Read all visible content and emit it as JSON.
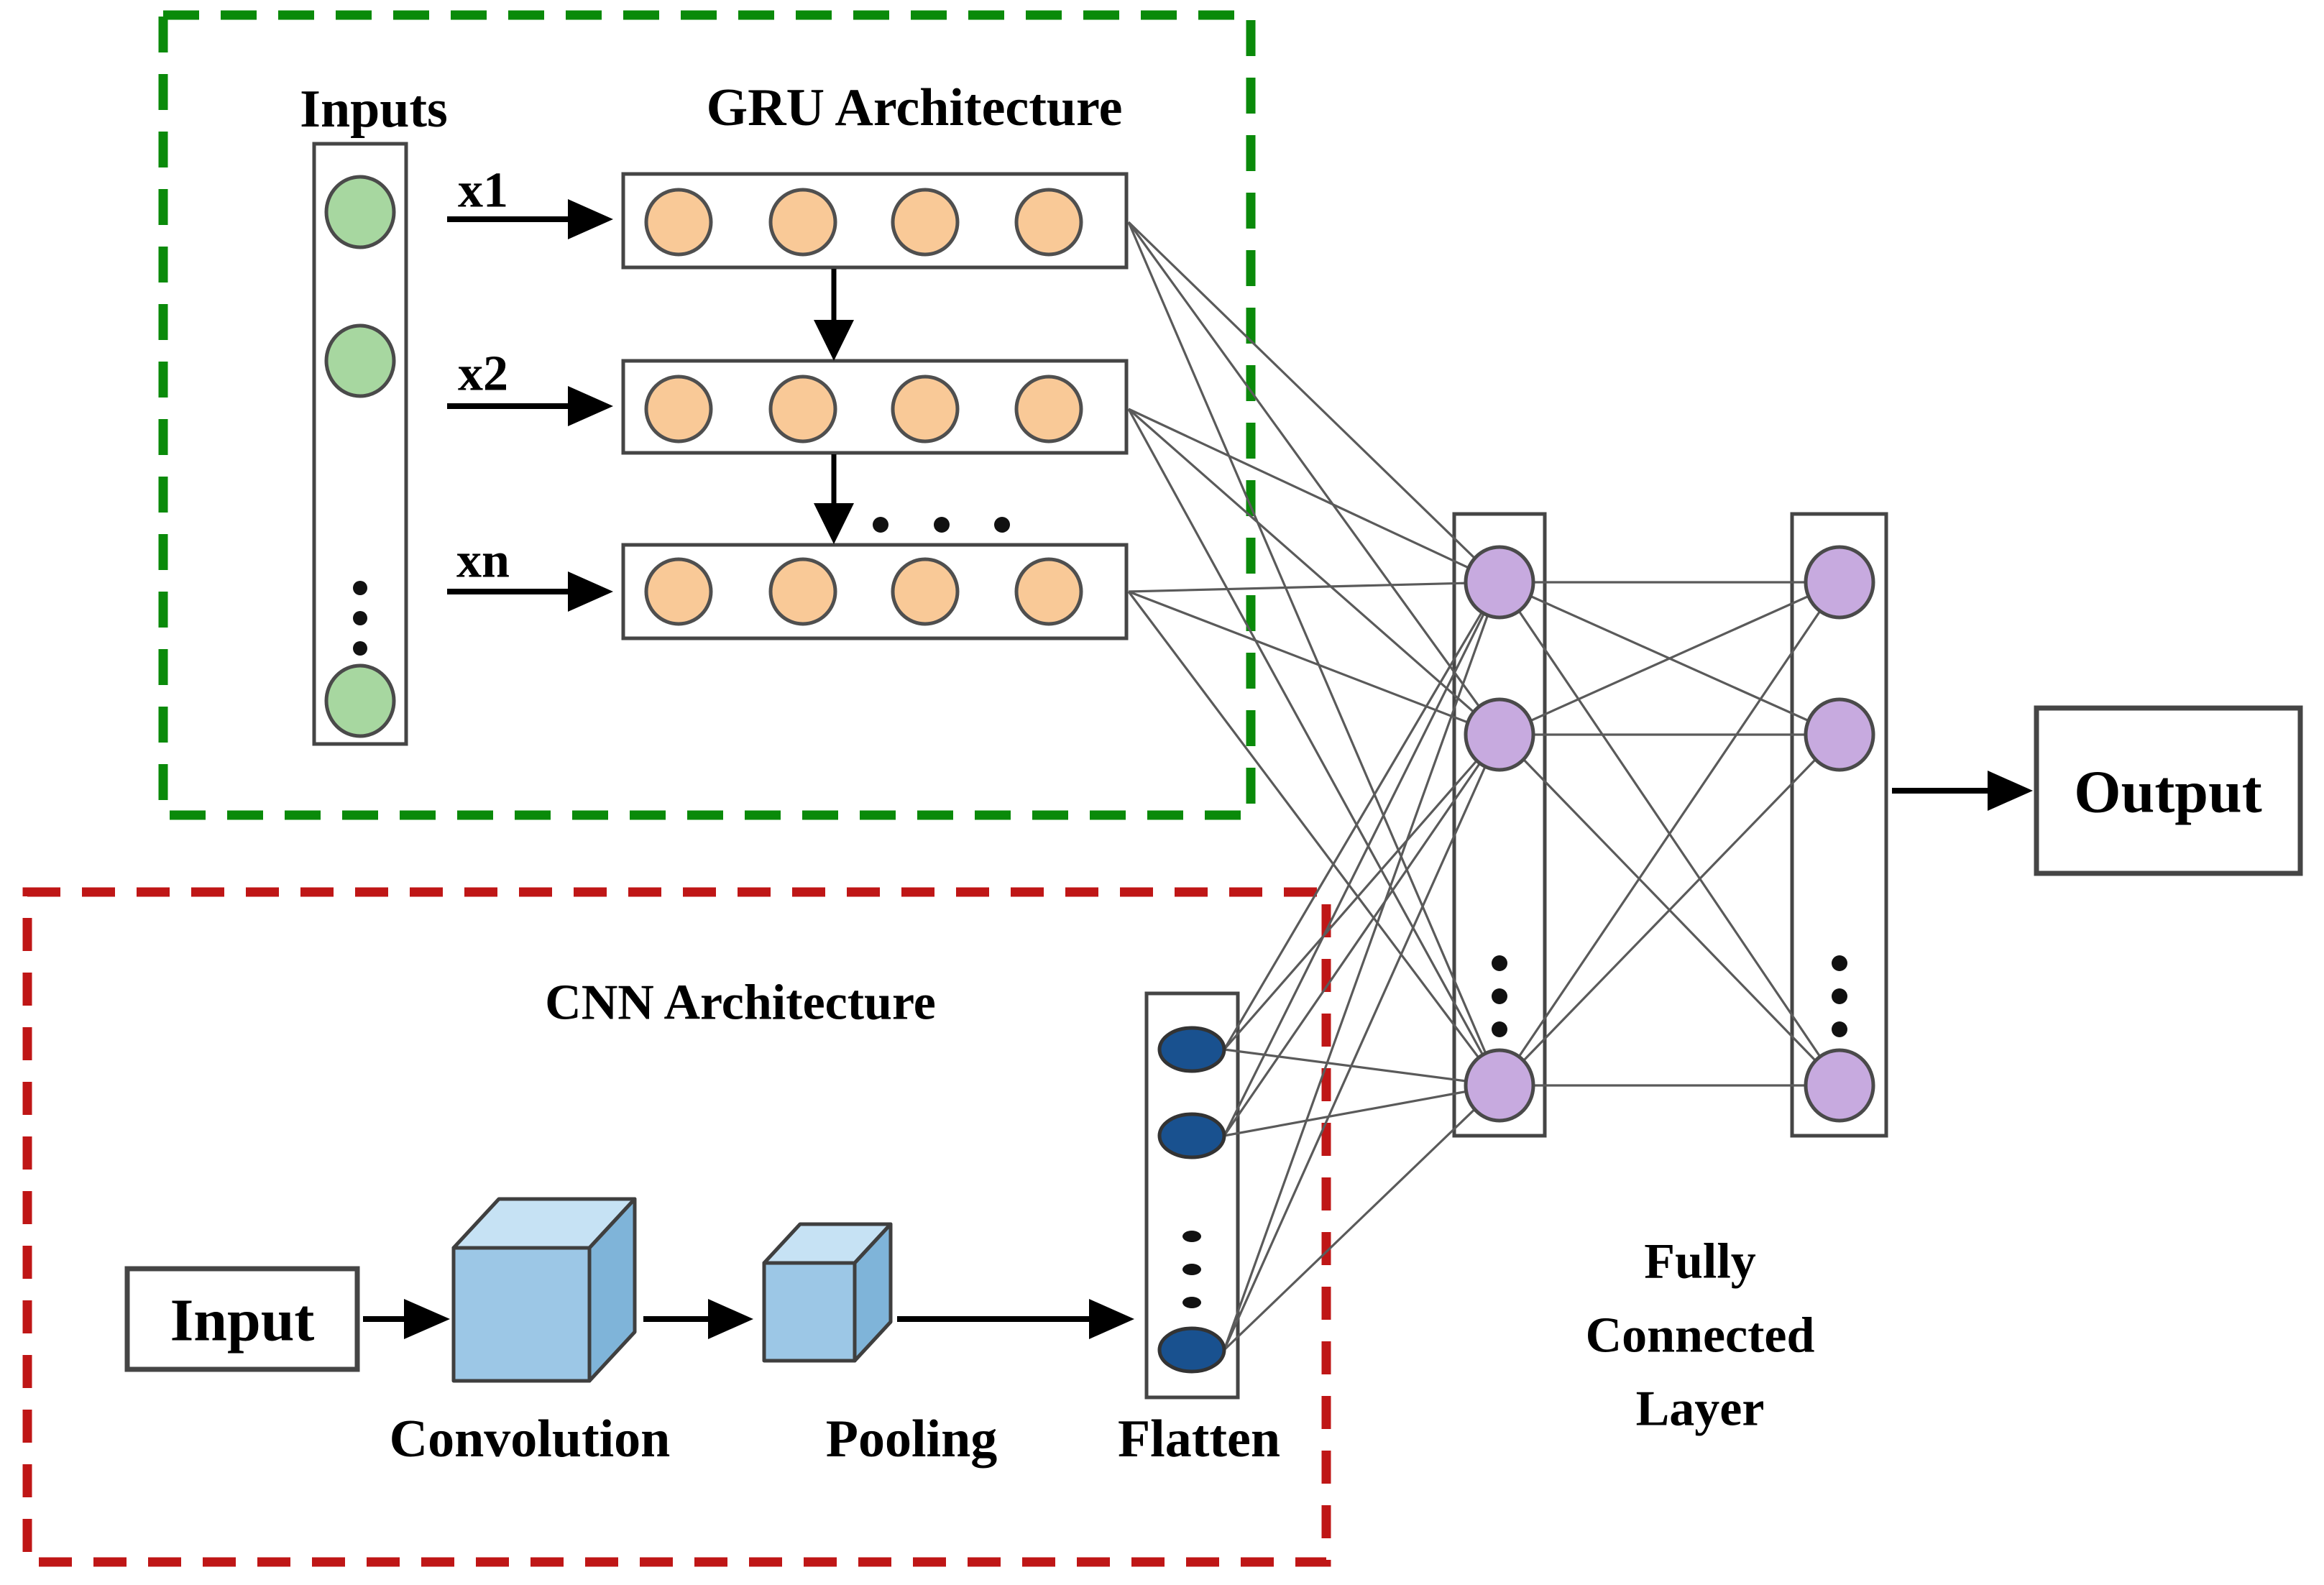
{
  "figure": {
    "description": "Hybrid GRU-CNN neural network architecture diagram",
    "colors": {
      "gru_section_border": "#0a8a0a",
      "cnn_section_border": "#bf1616",
      "input_node_fill": "#a7d7a0",
      "gru_node_fill": "#f9c997",
      "fc_node_fill": "#c7aadf",
      "flatten_node_fill": "#19518f",
      "cube_front": "#9cc7e6",
      "cube_top": "#c6e2f4",
      "cube_side": "#7fb4d9",
      "connection_line": "#5a5a5a",
      "text": "#000000"
    },
    "gru_section": {
      "title": "GRU Architecture",
      "inputs_label": "Inputs",
      "sequence_labels": [
        "x1",
        "x2",
        "xn"
      ]
    },
    "cnn_section": {
      "title": "CNN Architecture",
      "input_label": "Input",
      "convolution_label": "Convolution",
      "pooling_label": "Pooling",
      "flatten_label": "Flatten"
    },
    "fc_section": {
      "label_lines": [
        "Fully",
        "Connected",
        "Layer"
      ]
    },
    "output_label": "Output"
  }
}
